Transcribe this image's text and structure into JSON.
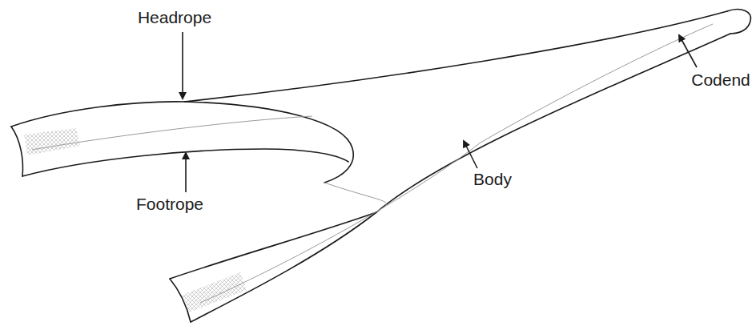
{
  "diagram": {
    "labels": [
      "Headrope",
      "Footrope",
      "Body",
      "Codend"
    ]
  }
}
